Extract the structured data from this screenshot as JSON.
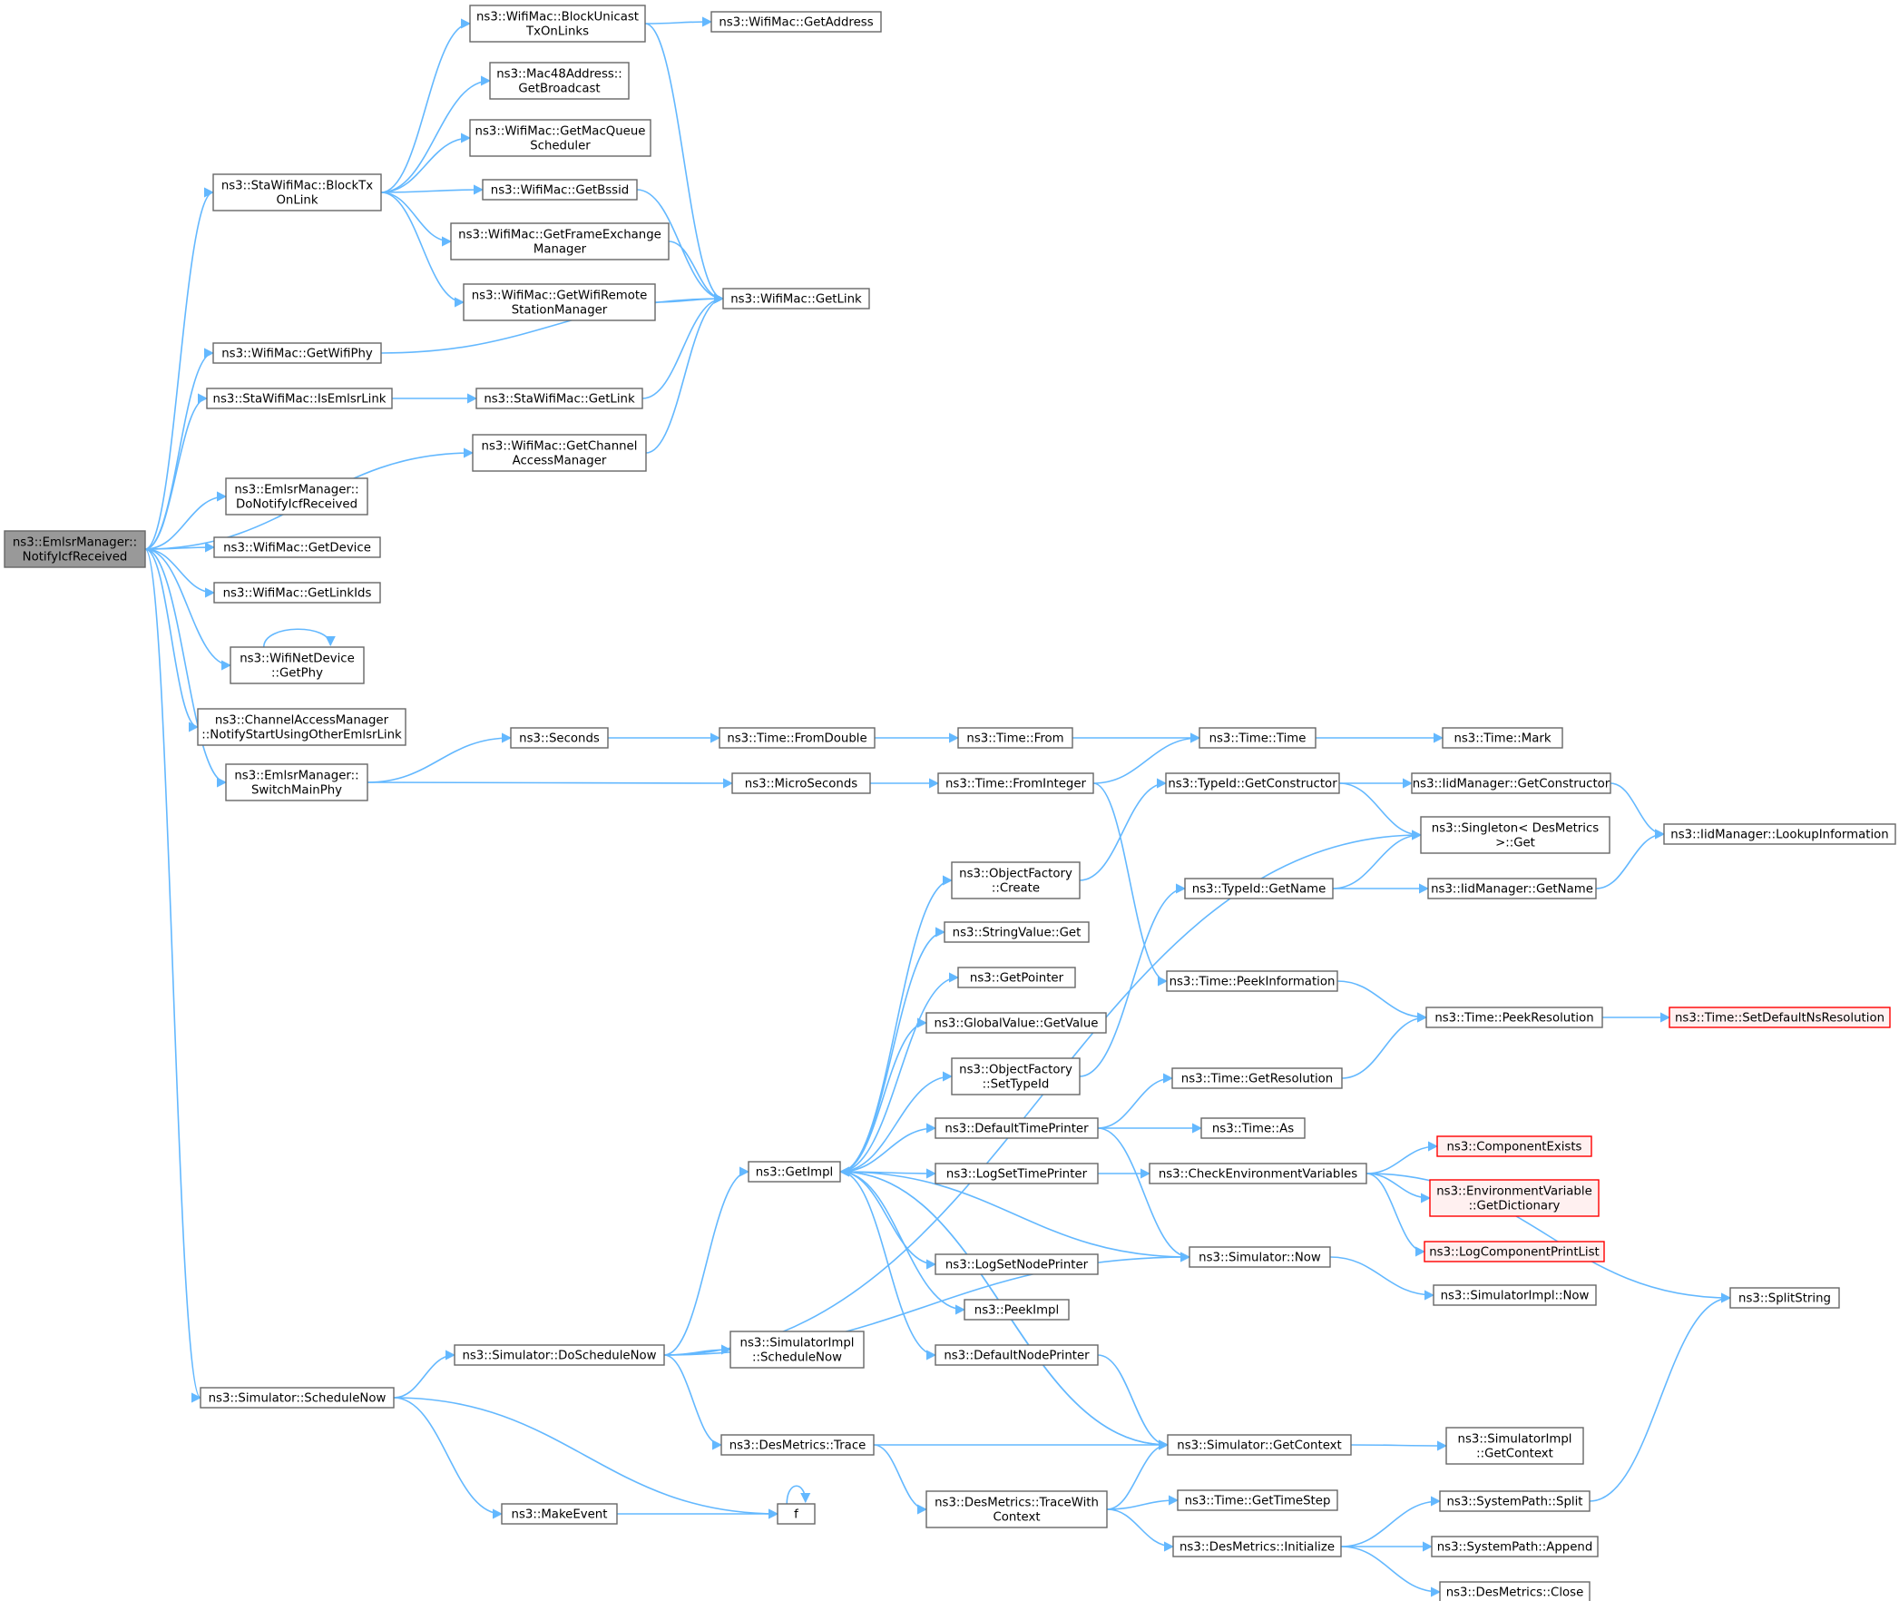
{
  "nodes": [
    {
      "id": "root",
      "lines": [
        "ns3::EmlsrManager::",
        "NotifyIcfReceived"
      ],
      "kind": "root"
    },
    {
      "id": "blockTxOnLink",
      "lines": [
        "ns3::StaWifiMac::BlockTx",
        "OnLink"
      ]
    },
    {
      "id": "getWifiPhy",
      "lines": [
        "ns3::WifiMac::GetWifiPhy"
      ]
    },
    {
      "id": "isEmlsrLink",
      "lines": [
        "ns3::StaWifiMac::IsEmlsrLink"
      ]
    },
    {
      "id": "doNotifyIcf",
      "lines": [
        "ns3::EmlsrManager::",
        "DoNotifyIcfReceived"
      ]
    },
    {
      "id": "getDevice",
      "lines": [
        "ns3::WifiMac::GetDevice"
      ]
    },
    {
      "id": "getLinkIds",
      "lines": [
        "ns3::WifiMac::GetLinkIds"
      ]
    },
    {
      "id": "netDevGetPhy",
      "lines": [
        "ns3::WifiNetDevice",
        "::GetPhy"
      ]
    },
    {
      "id": "notifyStartOther",
      "lines": [
        "ns3::ChannelAccessManager",
        "::NotifyStartUsingOtherEmlsrLink"
      ]
    },
    {
      "id": "switchMainPhy",
      "lines": [
        "ns3::EmlsrManager::",
        "SwitchMainPhy"
      ]
    },
    {
      "id": "scheduleNow",
      "lines": [
        "ns3::Simulator::ScheduleNow"
      ]
    },
    {
      "id": "blockUnicast",
      "lines": [
        "ns3::WifiMac::BlockUnicast",
        "TxOnLinks"
      ]
    },
    {
      "id": "getBroadcast",
      "lines": [
        "ns3::Mac48Address::",
        "GetBroadcast"
      ]
    },
    {
      "id": "getMacQueueSched",
      "lines": [
        "ns3::WifiMac::GetMacQueue",
        "Scheduler"
      ]
    },
    {
      "id": "getBssid",
      "lines": [
        "ns3::WifiMac::GetBssid"
      ]
    },
    {
      "id": "getFem",
      "lines": [
        "ns3::WifiMac::GetFrameExchange",
        "Manager"
      ]
    },
    {
      "id": "getRsm",
      "lines": [
        "ns3::WifiMac::GetWifiRemote",
        "StationManager"
      ]
    },
    {
      "id": "staGetLink",
      "lines": [
        "ns3::StaWifiMac::GetLink"
      ]
    },
    {
      "id": "getCam",
      "lines": [
        "ns3::WifiMac::GetChannel",
        "AccessManager"
      ]
    },
    {
      "id": "getAddress",
      "lines": [
        "ns3::WifiMac::GetAddress"
      ]
    },
    {
      "id": "getLink",
      "lines": [
        "ns3::WifiMac::GetLink"
      ]
    },
    {
      "id": "seconds",
      "lines": [
        "ns3::Seconds"
      ]
    },
    {
      "id": "microSeconds",
      "lines": [
        "ns3::MicroSeconds"
      ]
    },
    {
      "id": "fromDouble",
      "lines": [
        "ns3::Time::FromDouble"
      ]
    },
    {
      "id": "fromInteger",
      "lines": [
        "ns3::Time::FromInteger"
      ]
    },
    {
      "id": "timeFrom",
      "lines": [
        "ns3::Time::From"
      ]
    },
    {
      "id": "timeTime",
      "lines": [
        "ns3::Time::Time"
      ]
    },
    {
      "id": "timeMark",
      "lines": [
        "ns3::Time::Mark"
      ]
    },
    {
      "id": "doScheduleNow",
      "lines": [
        "ns3::Simulator::DoScheduleNow"
      ]
    },
    {
      "id": "makeEvent",
      "lines": [
        "ns3::MakeEvent"
      ]
    },
    {
      "id": "f",
      "lines": [
        "f"
      ]
    },
    {
      "id": "getImpl",
      "lines": [
        "ns3::GetImpl"
      ]
    },
    {
      "id": "implScheduleNow",
      "lines": [
        "ns3::SimulatorImpl",
        "::ScheduleNow"
      ]
    },
    {
      "id": "desTrace",
      "lines": [
        "ns3::DesMetrics::Trace"
      ]
    },
    {
      "id": "ofCreate",
      "lines": [
        "ns3::ObjectFactory",
        "::Create"
      ]
    },
    {
      "id": "svGet",
      "lines": [
        "ns3::StringValue::Get"
      ]
    },
    {
      "id": "getPointer",
      "lines": [
        "ns3::GetPointer"
      ]
    },
    {
      "id": "gvGetValue",
      "lines": [
        "ns3::GlobalValue::GetValue"
      ]
    },
    {
      "id": "ofSetTypeId",
      "lines": [
        "ns3::ObjectFactory",
        "::SetTypeId"
      ]
    },
    {
      "id": "defTimePrinter",
      "lines": [
        "ns3::DefaultTimePrinter"
      ]
    },
    {
      "id": "logSetTimePrinter",
      "lines": [
        "ns3::LogSetTimePrinter"
      ]
    },
    {
      "id": "logSetNodePrinter",
      "lines": [
        "ns3::LogSetNodePrinter"
      ]
    },
    {
      "id": "peekImpl",
      "lines": [
        "ns3::PeekImpl"
      ]
    },
    {
      "id": "defNodePrinter",
      "lines": [
        "ns3::DefaultNodePrinter"
      ]
    },
    {
      "id": "traceWithCtx",
      "lines": [
        "ns3::DesMetrics::TraceWith",
        "Context"
      ]
    },
    {
      "id": "tidGetCtor",
      "lines": [
        "ns3::TypeId::GetConstructor"
      ]
    },
    {
      "id": "tidGetName",
      "lines": [
        "ns3::TypeId::GetName"
      ]
    },
    {
      "id": "peekInfo",
      "lines": [
        "ns3::Time::PeekInformation"
      ]
    },
    {
      "id": "getResolution",
      "lines": [
        "ns3::Time::GetResolution"
      ]
    },
    {
      "id": "timeAs",
      "lines": [
        "ns3::Time::As"
      ]
    },
    {
      "id": "checkEnv",
      "lines": [
        "ns3::CheckEnvironmentVariables"
      ]
    },
    {
      "id": "simNow",
      "lines": [
        "ns3::Simulator::Now"
      ]
    },
    {
      "id": "simGetCtx",
      "lines": [
        "ns3::Simulator::GetContext"
      ]
    },
    {
      "id": "getTimeStep",
      "lines": [
        "ns3::Time::GetTimeStep"
      ]
    },
    {
      "id": "desInit",
      "lines": [
        "ns3::DesMetrics::Initialize"
      ]
    },
    {
      "id": "iidGetCtor",
      "lines": [
        "ns3::IidManager::GetConstructor"
      ]
    },
    {
      "id": "singletonGet",
      "lines": [
        "ns3::Singleton< DesMetrics",
        ">::Get"
      ]
    },
    {
      "id": "iidGetName",
      "lines": [
        "ns3::IidManager::GetName"
      ]
    },
    {
      "id": "peekResolution",
      "lines": [
        "ns3::Time::PeekResolution"
      ]
    },
    {
      "id": "compExists",
      "lines": [
        "ns3::ComponentExists"
      ],
      "kind": "trunc"
    },
    {
      "id": "envGetDict",
      "lines": [
        "ns3::EnvironmentVariable",
        "::GetDictionary"
      ],
      "kind": "trunc"
    },
    {
      "id": "logCompPrint",
      "lines": [
        "ns3::LogComponentPrintList"
      ],
      "kind": "trunc"
    },
    {
      "id": "implNow",
      "lines": [
        "ns3::SimulatorImpl::Now"
      ]
    },
    {
      "id": "implGetCtx",
      "lines": [
        "ns3::SimulatorImpl",
        "::GetContext"
      ]
    },
    {
      "id": "spSplit",
      "lines": [
        "ns3::SystemPath::Split"
      ]
    },
    {
      "id": "spAppend",
      "lines": [
        "ns3::SystemPath::Append"
      ]
    },
    {
      "id": "desClose",
      "lines": [
        "ns3::DesMetrics::Close"
      ]
    },
    {
      "id": "iidLookup",
      "lines": [
        "ns3::IidManager::LookupInformation"
      ]
    },
    {
      "id": "setDefaultNsRes",
      "lines": [
        "ns3::Time::SetDefaultNsResolution"
      ],
      "kind": "trunc"
    },
    {
      "id": "splitString",
      "lines": [
        "ns3::SplitString"
      ]
    }
  ],
  "edges": [
    [
      "root",
      "blockTxOnLink"
    ],
    [
      "root",
      "getWifiPhy"
    ],
    [
      "root",
      "isEmlsrLink"
    ],
    [
      "root",
      "getCam"
    ],
    [
      "root",
      "doNotifyIcf"
    ],
    [
      "root",
      "getDevice"
    ],
    [
      "root",
      "getLinkIds"
    ],
    [
      "root",
      "netDevGetPhy"
    ],
    [
      "root",
      "notifyStartOther"
    ],
    [
      "root",
      "switchMainPhy"
    ],
    [
      "root",
      "scheduleNow"
    ],
    [
      "blockTxOnLink",
      "blockUnicast"
    ],
    [
      "blockTxOnLink",
      "getBroadcast"
    ],
    [
      "blockTxOnLink",
      "getMacQueueSched"
    ],
    [
      "blockTxOnLink",
      "getBssid"
    ],
    [
      "blockTxOnLink",
      "getFem"
    ],
    [
      "blockTxOnLink",
      "getRsm"
    ],
    [
      "blockUnicast",
      "getAddress"
    ],
    [
      "blockUnicast",
      "getLink"
    ],
    [
      "getBssid",
      "getLink"
    ],
    [
      "getFem",
      "getLink"
    ],
    [
      "getRsm",
      "getLink"
    ],
    [
      "getWifiPhy",
      "getLink"
    ],
    [
      "isEmlsrLink",
      "staGetLink"
    ],
    [
      "staGetLink",
      "getLink"
    ],
    [
      "getCam",
      "getLink"
    ],
    [
      "netDevGetPhy",
      "netDevGetPhy"
    ],
    [
      "switchMainPhy",
      "seconds"
    ],
    [
      "switchMainPhy",
      "microSeconds"
    ],
    [
      "seconds",
      "fromDouble"
    ],
    [
      "fromDouble",
      "timeFrom"
    ],
    [
      "timeFrom",
      "timeTime"
    ],
    [
      "timeTime",
      "timeMark"
    ],
    [
      "microSeconds",
      "fromInteger"
    ],
    [
      "fromInteger",
      "timeTime"
    ],
    [
      "fromInteger",
      "peekInfo"
    ],
    [
      "scheduleNow",
      "doScheduleNow"
    ],
    [
      "scheduleNow",
      "makeEvent"
    ],
    [
      "scheduleNow",
      "f"
    ],
    [
      "makeEvent",
      "f"
    ],
    [
      "f",
      "f"
    ],
    [
      "doScheduleNow",
      "getImpl"
    ],
    [
      "doScheduleNow",
      "implScheduleNow"
    ],
    [
      "doScheduleNow",
      "desTrace"
    ],
    [
      "doScheduleNow",
      "singletonGet"
    ],
    [
      "doScheduleNow",
      "simNow"
    ],
    [
      "getImpl",
      "ofCreate"
    ],
    [
      "getImpl",
      "svGet"
    ],
    [
      "getImpl",
      "getPointer"
    ],
    [
      "getImpl",
      "gvGetValue"
    ],
    [
      "getImpl",
      "ofSetTypeId"
    ],
    [
      "getImpl",
      "defTimePrinter"
    ],
    [
      "getImpl",
      "logSetTimePrinter"
    ],
    [
      "getImpl",
      "logSetNodePrinter"
    ],
    [
      "getImpl",
      "peekImpl"
    ],
    [
      "getImpl",
      "defNodePrinter"
    ],
    [
      "getImpl",
      "simGetCtx"
    ],
    [
      "desTrace",
      "simGetCtx"
    ],
    [
      "desTrace",
      "traceWithCtx"
    ],
    [
      "traceWithCtx",
      "simGetCtx"
    ],
    [
      "traceWithCtx",
      "getTimeStep"
    ],
    [
      "traceWithCtx",
      "desInit"
    ],
    [
      "ofCreate",
      "tidGetCtor"
    ],
    [
      "ofSetTypeId",
      "tidGetName"
    ],
    [
      "defTimePrinter",
      "getResolution"
    ],
    [
      "defTimePrinter",
      "timeAs"
    ],
    [
      "defTimePrinter",
      "simNow"
    ],
    [
      "logSetTimePrinter",
      "checkEnv"
    ],
    [
      "defNodePrinter",
      "simGetCtx"
    ],
    [
      "tidGetCtor",
      "iidGetCtor"
    ],
    [
      "tidGetCtor",
      "singletonGet"
    ],
    [
      "tidGetName",
      "singletonGet"
    ],
    [
      "tidGetName",
      "iidGetName"
    ],
    [
      "iidGetCtor",
      "iidLookup"
    ],
    [
      "iidGetName",
      "iidLookup"
    ],
    [
      "peekInfo",
      "peekResolution"
    ],
    [
      "getResolution",
      "peekResolution"
    ],
    [
      "peekResolution",
      "setDefaultNsRes"
    ],
    [
      "checkEnv",
      "compExists"
    ],
    [
      "checkEnv",
      "envGetDict"
    ],
    [
      "checkEnv",
      "logCompPrint"
    ],
    [
      "checkEnv",
      "splitString"
    ],
    [
      "simNow",
      "getImpl"
    ],
    [
      "simNow",
      "implNow"
    ],
    [
      "simGetCtx",
      "getImpl"
    ],
    [
      "simGetCtx",
      "implGetCtx"
    ],
    [
      "desInit",
      "spSplit"
    ],
    [
      "desInit",
      "spAppend"
    ],
    [
      "desInit",
      "desClose"
    ],
    [
      "spSplit",
      "splitString"
    ]
  ]
}
